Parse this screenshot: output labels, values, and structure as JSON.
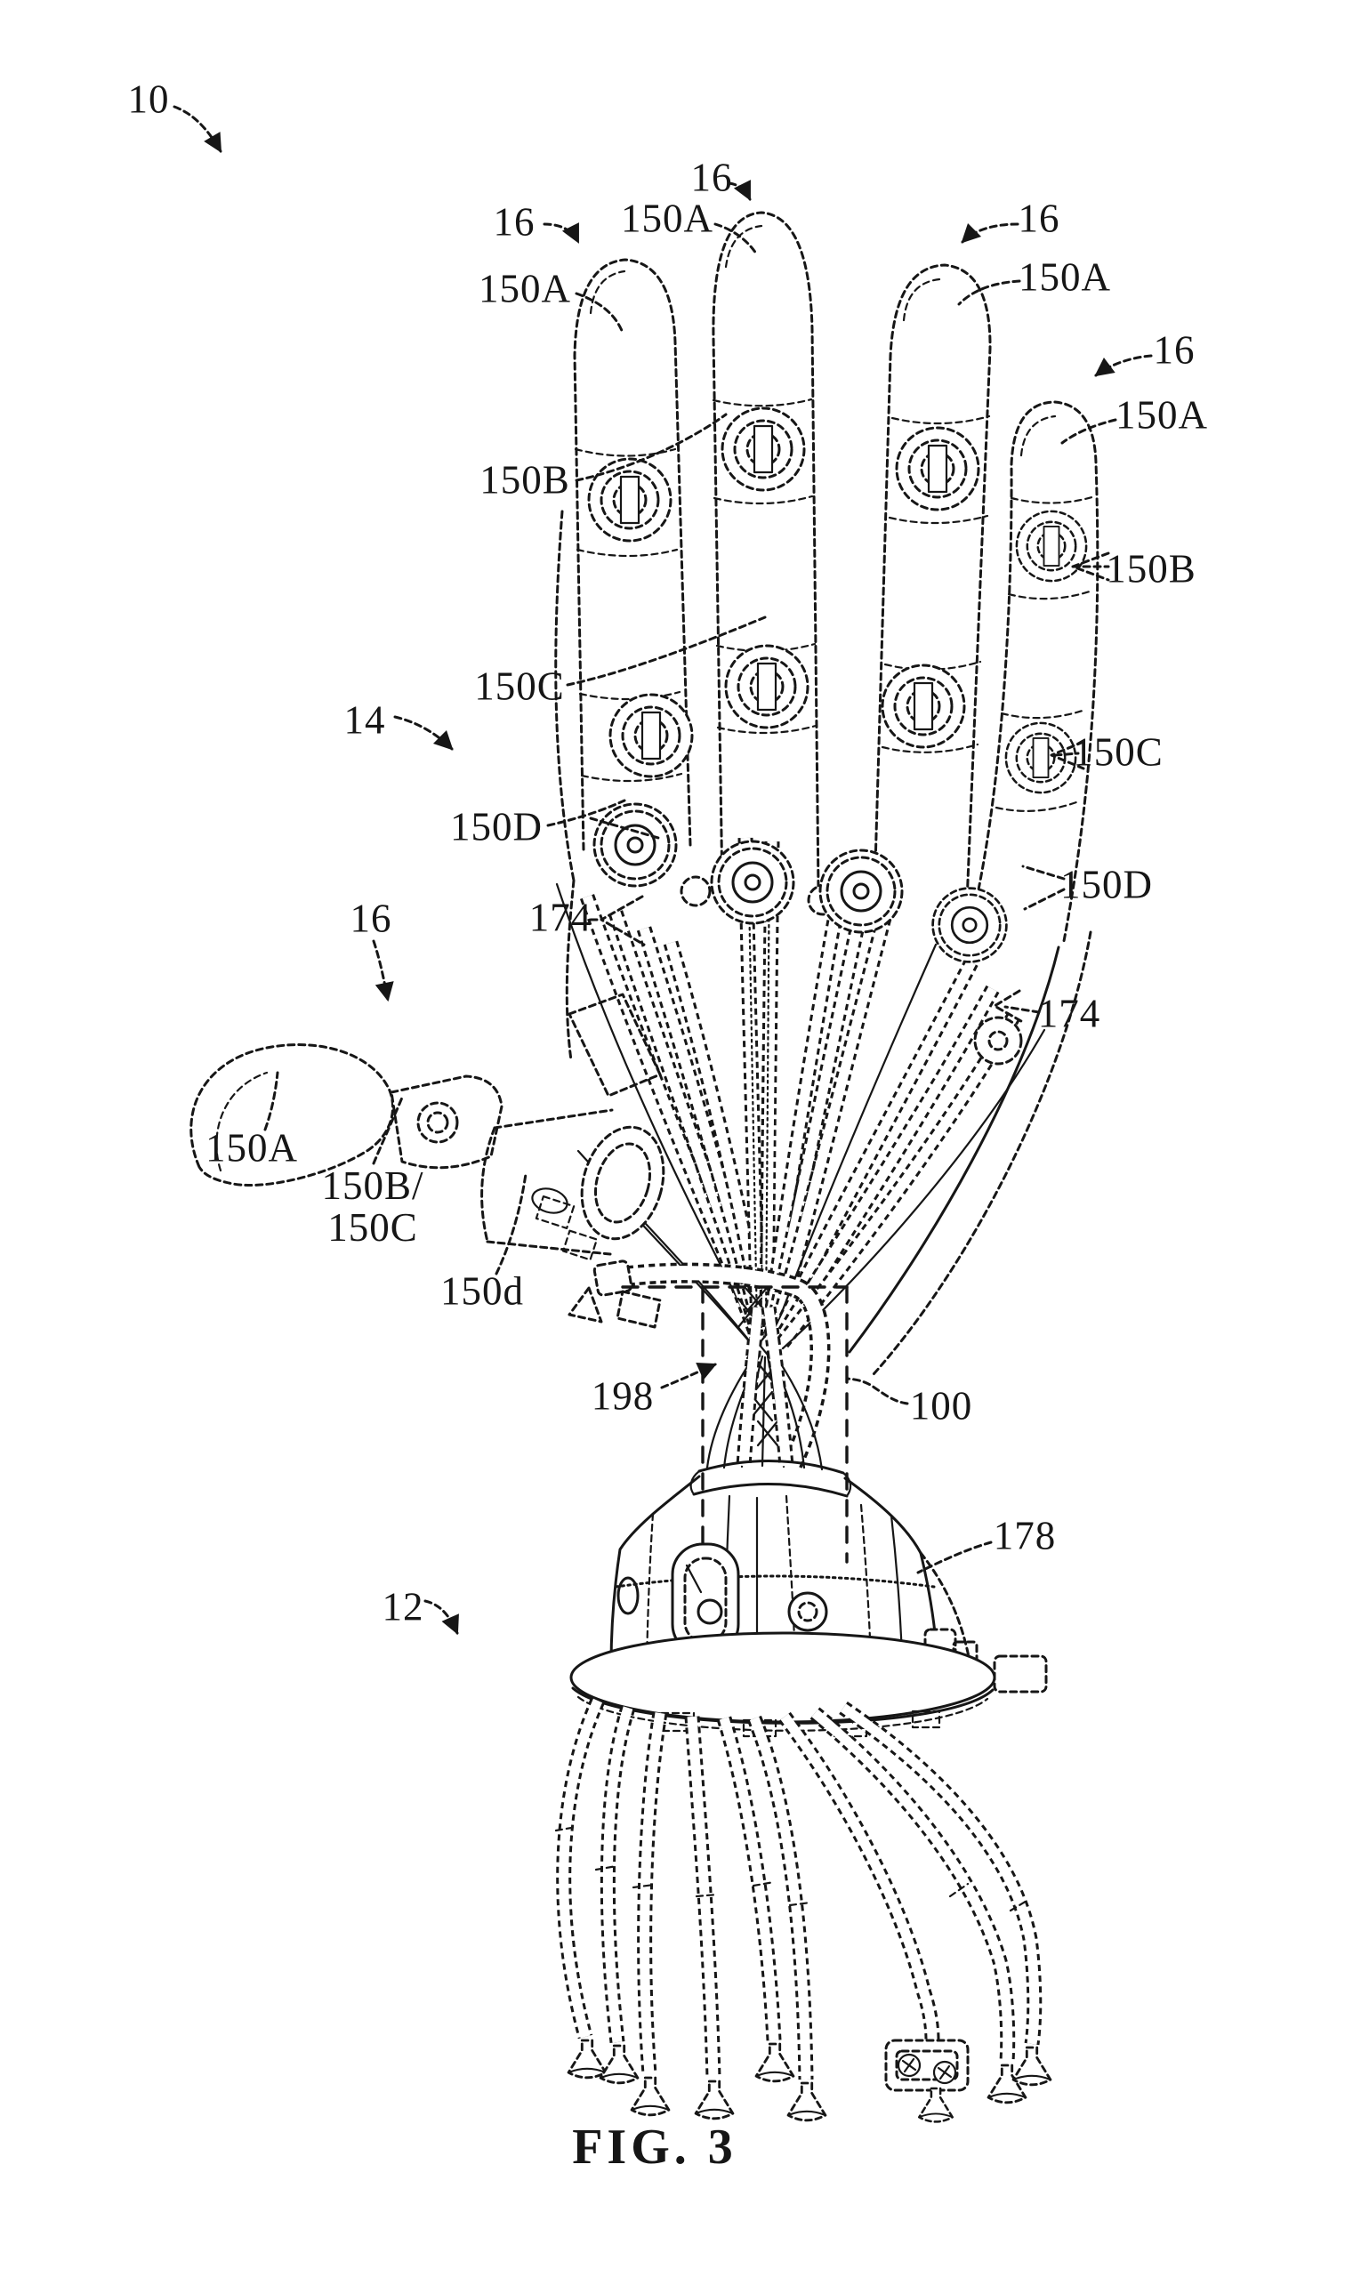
{
  "style": {
    "ink": "#161616",
    "paper": "#ffffff"
  },
  "figure": {
    "caption": "FIG. 3"
  },
  "labels": [
    {
      "text": "10"
    },
    {
      "text": "16"
    },
    {
      "text": "150A"
    },
    {
      "text": "16"
    },
    {
      "text": "150A"
    },
    {
      "text": "16"
    },
    {
      "text": "150A"
    },
    {
      "text": "16"
    },
    {
      "text": "150A"
    },
    {
      "text": "150B"
    },
    {
      "text": "150C"
    },
    {
      "text": "14"
    },
    {
      "text": "150D"
    },
    {
      "text": "16"
    },
    {
      "text": "174"
    },
    {
      "text": "150B"
    },
    {
      "text": "150C"
    },
    {
      "text": "150D"
    },
    {
      "text": "174"
    },
    {
      "text": "150A"
    },
    {
      "text": "150B/\n150C"
    },
    {
      "text": "150d"
    },
    {
      "text": "198"
    },
    {
      "text": "100"
    },
    {
      "text": "12"
    },
    {
      "text": "178"
    }
  ]
}
